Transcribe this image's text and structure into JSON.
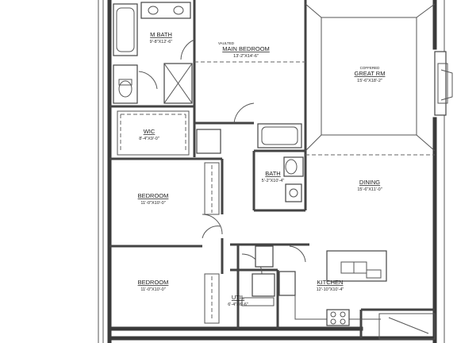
{
  "rooms": {
    "m_bath": {
      "name": "M BATH",
      "dims": "9'-8\"X12'-6\""
    },
    "main_bedroom": {
      "note": "VAULTED",
      "name": "MAIN BEDROOM",
      "dims": "13'-2\"X14'-6\""
    },
    "great_rm": {
      "note": "COFFERED",
      "name": "GREAT RM",
      "dims": "15'-6\"X18'-2\""
    },
    "wic": {
      "name": "WIC",
      "dims": "8'-4\"X9'-0\""
    },
    "bath": {
      "name": "BATH",
      "dims": "5'-2\"X10'-4\""
    },
    "dining": {
      "name": "DINING",
      "dims": "15'-6\"X11'-0\""
    },
    "bedroom_1": {
      "name": "BEDROOM",
      "dims": "11'-0\"X10'-0\""
    },
    "bedroom_2": {
      "name": "BEDROOM",
      "dims": "11'-0\"X10'-0\""
    },
    "kitchen": {
      "name": "KITCHEN",
      "dims": "12'-10\"X10'-4\""
    },
    "util": {
      "name": "UTIL",
      "dims": "6'-4\"X6'-6\""
    }
  }
}
